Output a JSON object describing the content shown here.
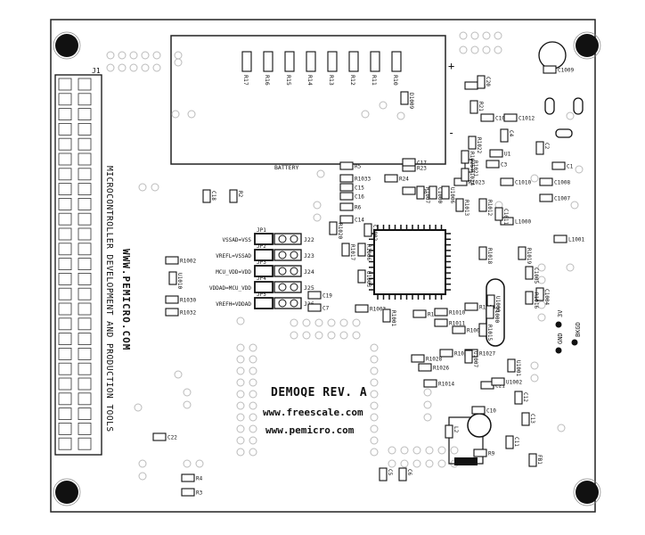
{
  "board": {
    "title": "DEMOQE REV. A",
    "url_freescale": "www.freescale.com",
    "url_pemicro": "www.pemicro.com",
    "side_line1": "MICROCONTROLLER DEVELOPMENT AND PRODUCTION TOOLS",
    "side_line2": "WWW.PEMICRO.COM",
    "battery_label": "BATTERY",
    "plus_sign": "+",
    "minus_sign": "-"
  },
  "connector_label": "J1",
  "jumpers": [
    {
      "id": "JP1",
      "text": "VSSAD=VSS",
      "ref": "J22"
    },
    {
      "id": "JP2",
      "text": "VREFL=VSSAD",
      "ref": "J23"
    },
    {
      "id": "JP3",
      "text": "MCU_VDD=VDD",
      "ref": "J24"
    },
    {
      "id": "JP4",
      "text": "VDDAD=MCU_VDD",
      "ref": "J25"
    },
    {
      "id": "JP5",
      "text": "VREFH=VDDAD",
      "ref": "J26"
    }
  ],
  "resistor_bank": [
    "R17",
    "R16",
    "R15",
    "R14",
    "R13",
    "R12",
    "R11",
    "R10"
  ],
  "designators": [
    "R8",
    "C20",
    "R2",
    "C18",
    "R5",
    "R1033",
    "R24",
    "R23",
    "C17",
    "C15",
    "C16",
    "R6",
    "C14",
    "R22",
    "R1007",
    "C1000",
    "U1006",
    "R1023",
    "C1002",
    "R1006",
    "R1017",
    "R1020",
    "U1003",
    "C19",
    "C7",
    "R1003",
    "R1002",
    "U1010",
    "R1030",
    "R1032",
    "C1009",
    "C1003",
    "C1012",
    "C2",
    "C4",
    "C3",
    "C1",
    "R1022",
    "R1021",
    "C1010",
    "C1008",
    "C1007",
    "L1000",
    "L1001",
    "C1005",
    "C1004",
    "R1016",
    "U1000",
    "R1000",
    "R1001",
    "R1004",
    "R1005",
    "R1011",
    "R1028",
    "R1029",
    "R1027",
    "R1026",
    "R1014",
    "C21",
    "U1002",
    "C10",
    "C11",
    "C12",
    "C13",
    "L2",
    "R9",
    "C22",
    "R4",
    "R3",
    "C5",
    "C6",
    "FB1",
    "R21",
    "Y1000",
    "U1001",
    "U1",
    "U1007",
    "D1009",
    "R1013",
    "R1012",
    "C1011",
    "R1018",
    "R1019",
    "R1025",
    "R1024",
    "R1010",
    "R1015"
  ],
  "testpoints": [
    "GND",
    "BKGD",
    "3V"
  ]
}
